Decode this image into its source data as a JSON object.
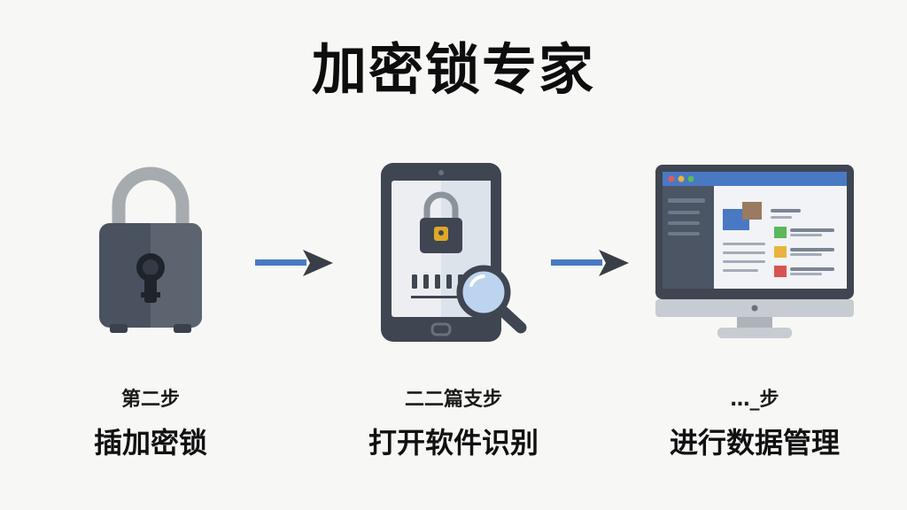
{
  "title": "加密锁专家",
  "steps": [
    {
      "sub": "第二步",
      "main": "插加密锁",
      "icon": "padlock-icon"
    },
    {
      "sub": "二二篇支步",
      "main": "打开软件识别",
      "icon": "tablet-magnifier-icon"
    },
    {
      "sub": "…_步",
      "main": "进行数据管理",
      "icon": "monitor-dashboard-icon"
    }
  ],
  "colors": {
    "arrow": "#4a79c4",
    "arrowhead": "#3a3f47",
    "lock_body": "#4a5260",
    "shackle": "#a6abb0",
    "device_frame": "#3f4551",
    "accent_gold": "#e0a826"
  }
}
